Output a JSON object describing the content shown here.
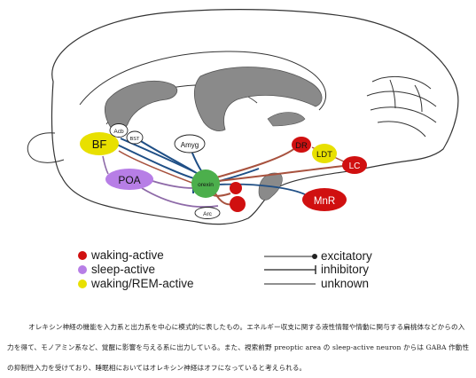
{
  "regions": {
    "bf": "BF",
    "acb": "Acb",
    "bst": "BST",
    "poa": "POA",
    "amyg": "Amyg",
    "orexin": "orexin",
    "arc": "Arc",
    "dr": "DR",
    "ldt": "LDT",
    "lc": "LC",
    "mnr": "MnR"
  },
  "legend": {
    "items": [
      {
        "label": "waking-active",
        "color": "#d01010"
      },
      {
        "label": "sleep-active",
        "color": "#b77ee6"
      },
      {
        "label": "waking/REM-active",
        "color": "#e8e000"
      }
    ],
    "connections": [
      {
        "label": "excitatory"
      },
      {
        "label": "inhibitory"
      },
      {
        "label": "unknown"
      }
    ]
  },
  "colors": {
    "waking": "#d01010",
    "sleep": "#b77ee6",
    "rem": "#e8e000",
    "orexin": "#4caf4c",
    "blue_line": "#1f4f86",
    "brown_line": "#a8523e",
    "purple_line": "#8e6aa8",
    "gray_fill": "#8a8a8a"
  },
  "caption": "オレキシン神経の機能を入力系と出力系を中心に模式的に表したもの。エネルギー収支に関する液性情報や情動に関与する扁桃体などからの入力を得て、モノアミン系など、覚醒に影響を与える系に出力している。また、視索前野 preoptic area の sleep-active neuron からは GABA 作動性の抑制性入力を受けており、睡眠相においてはオレキシン神経はオフになっていると考えられる。"
}
